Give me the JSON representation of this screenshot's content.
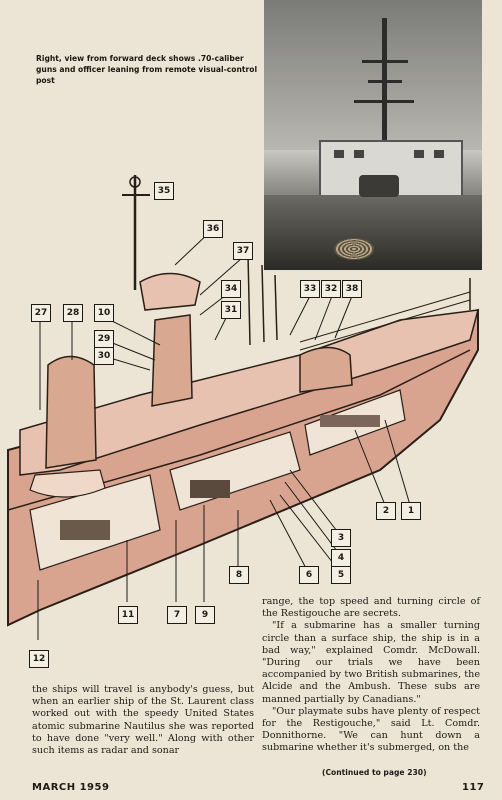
{
  "caption": "Right, view from forward deck shows .70-caliber guns and officer leaning from remote visual-control post",
  "callouts": {
    "c35": "35",
    "c36": "36",
    "c37": "37",
    "c34": "34",
    "c33": "33",
    "c32": "32",
    "c38": "38",
    "c27": "27",
    "c28": "28",
    "c10": "10",
    "c31": "31",
    "c29": "29",
    "c30": "30",
    "c2": "2",
    "c1": "1",
    "c3": "3",
    "c4": "4",
    "c5": "5",
    "c6": "6",
    "c8": "8",
    "c11": "11",
    "c7": "7",
    "c9": "9",
    "c12": "12"
  },
  "article": {
    "left_column": [
      "the ships will travel is anybody's guess, but when an earlier ship of the St. Laurent class worked out with the speedy United States atomic submarine Nautilus she was reported to have done \"very well.\" Along with other such items as radar and sonar"
    ],
    "right_column": [
      "range, the top speed and turning circle of the Restigouche are secrets.",
      "\"If a submarine has a smaller turning circle than a surface ship, the ship is in a bad way,\" explained Comdr. McDowall. \"During our trials we have been accompanied by two British submarines, the Alcide and the Ambush. These subs are manned partially by Canadians.\"",
      "\"Our playmate subs have plenty of respect for the Restigouche,\" said Lt. Comdr. Donnithorne. \"We can hunt down a submarine whether it's submerged, on the"
    ],
    "continued": "(Continued to page 230)"
  },
  "footer": {
    "date": "MARCH 1959",
    "page_number": "117"
  }
}
